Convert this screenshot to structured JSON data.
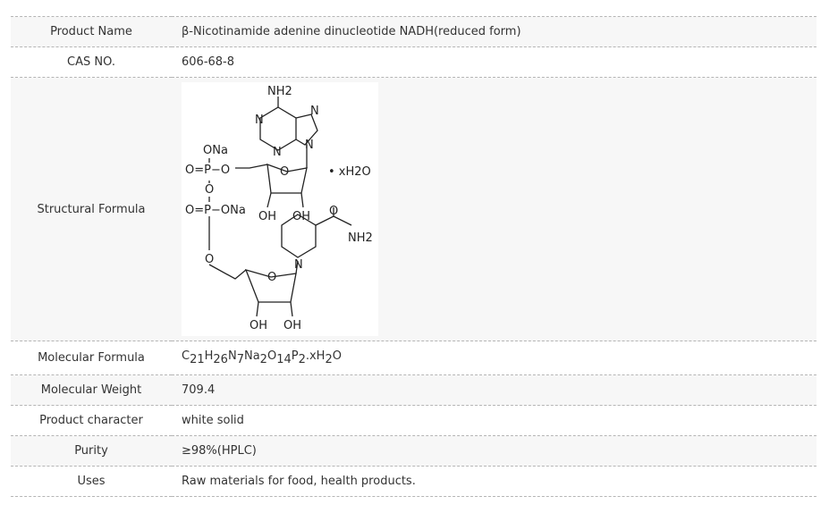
{
  "rows": {
    "product_name": {
      "label": "Product Name",
      "value": "β-Nicotinamide adenine dinucleotide NADH(reduced form)"
    },
    "cas": {
      "label": "CAS NO.",
      "value": "606-68-8"
    },
    "structure": {
      "label": "Structural Formula",
      "atoms": {
        "nh2_top": "NH2",
        "n1": "N",
        "n2": "N",
        "n3": "N",
        "n4": "N",
        "ona": "ONa",
        "p1": "O=P−O",
        "o_bridge": "O",
        "p2": "O=P−ONa",
        "oh1": "OH",
        "oh2": "OH",
        "o_ring1": "O",
        "hydrate": "• xH2O",
        "o_amide": "O",
        "nh2_amide": "NH2",
        "n_pyr": "N",
        "o_low": "O",
        "o_ring2": "O",
        "oh3": "OH",
        "oh4": "OH"
      }
    },
    "molecular_formula": {
      "label": "Molecular Formula",
      "parts": [
        "C",
        "21",
        "H",
        "26",
        "N",
        "7",
        "Na",
        "2",
        "O",
        "14",
        "P",
        "2",
        ".xH",
        "2",
        "O"
      ]
    },
    "molecular_weight": {
      "label": "Molecular Weight",
      "value": "709.4"
    },
    "character": {
      "label": "Product character",
      "value": "white solid"
    },
    "purity": {
      "label": "Purity",
      "value": "≥98%(HPLC)"
    },
    "uses": {
      "label": "Uses",
      "value": "Raw materials for food, health products."
    }
  }
}
